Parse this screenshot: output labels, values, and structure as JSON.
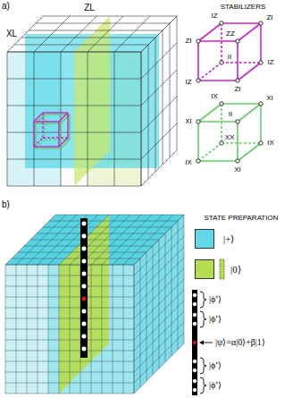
{
  "diagram": {
    "labels": [
      "a)",
      "XL",
      "ZL",
      "STABILIZERS",
      "IZ",
      "ZI",
      "ZI",
      "ZZ",
      "IZ",
      "II",
      "IZ",
      "ZI",
      "IX",
      "XI",
      "XI",
      "II",
      "IX",
      "XX",
      "IX",
      "XI",
      "b)",
      "STATE PREPARATION",
      "|ϕ⁺⟩",
      "|ϕ⁺⟩",
      "|ψ⟩=α|0⟩+β|1⟩",
      "|ϕ⁺⟩",
      "|ϕ⁺⟩"
    ],
    "legend": [
      {
        "text": "|+⟩",
        "color": "#5fd8e8"
      },
      {
        "text": "|0⟩",
        "color": "#b5dd4f"
      }
    ]
  }
}
